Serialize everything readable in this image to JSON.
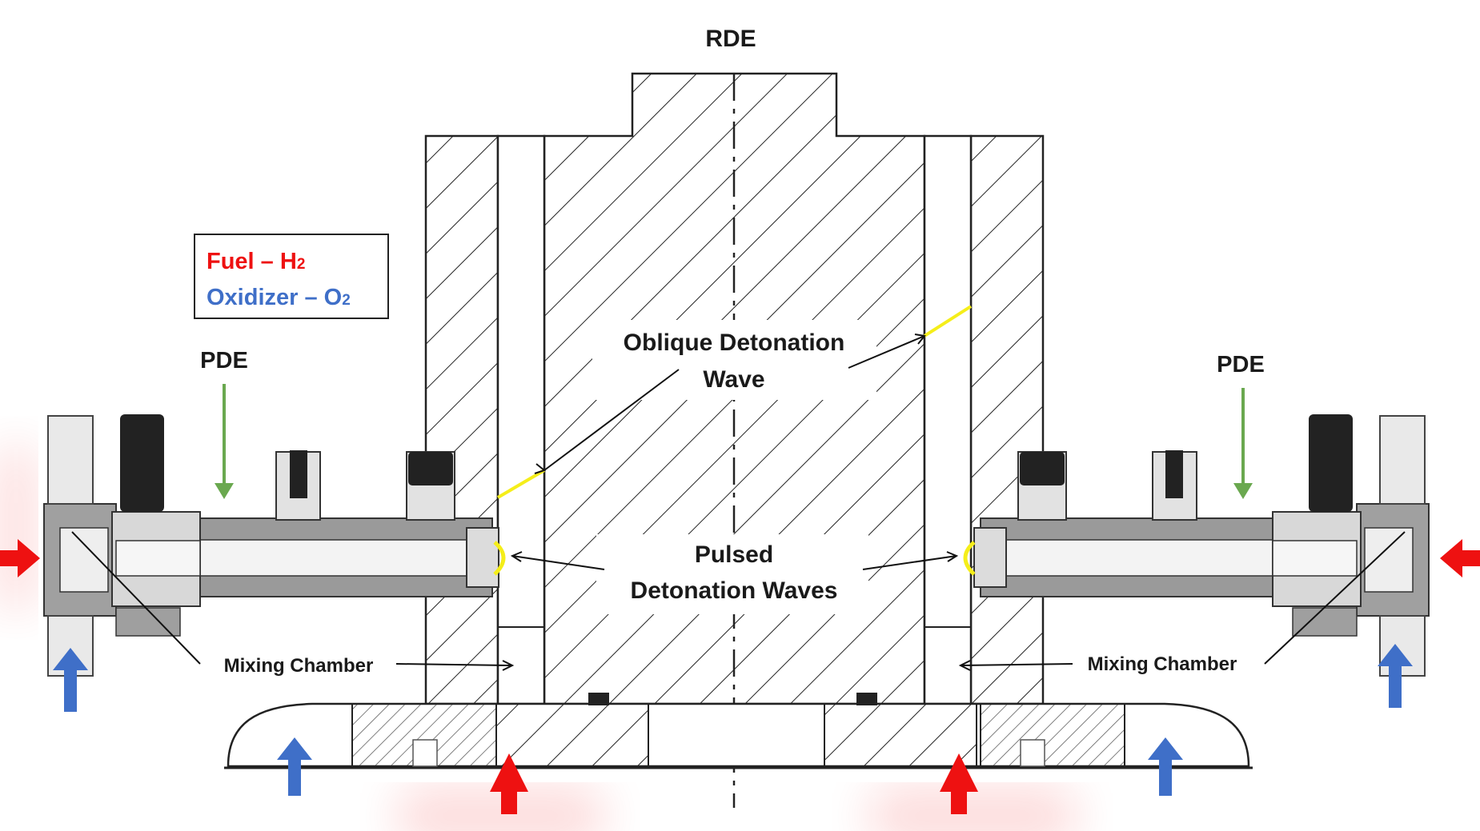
{
  "title": "RDE",
  "legend": {
    "fuel": "Fuel – H",
    "fuel_sub": "2",
    "oxidizer": "Oxidizer – O",
    "oxidizer_sub": "2"
  },
  "labels": {
    "pde_left": "PDE",
    "pde_right": "PDE",
    "oblique_line1": "Oblique  Detonation",
    "oblique_line2": "Wave",
    "pulsed_line1": "Pulsed",
    "pulsed_line2": "Detonation Waves",
    "mixing_left": "Mixing Chamber",
    "mixing_right": "Mixing Chamber"
  },
  "colors": {
    "fuel": "#ee1111",
    "oxidizer": "#3f6fc8",
    "pde_arrow": "#6aa84f",
    "wave": "#f5ee1a",
    "outline": "#222222"
  }
}
